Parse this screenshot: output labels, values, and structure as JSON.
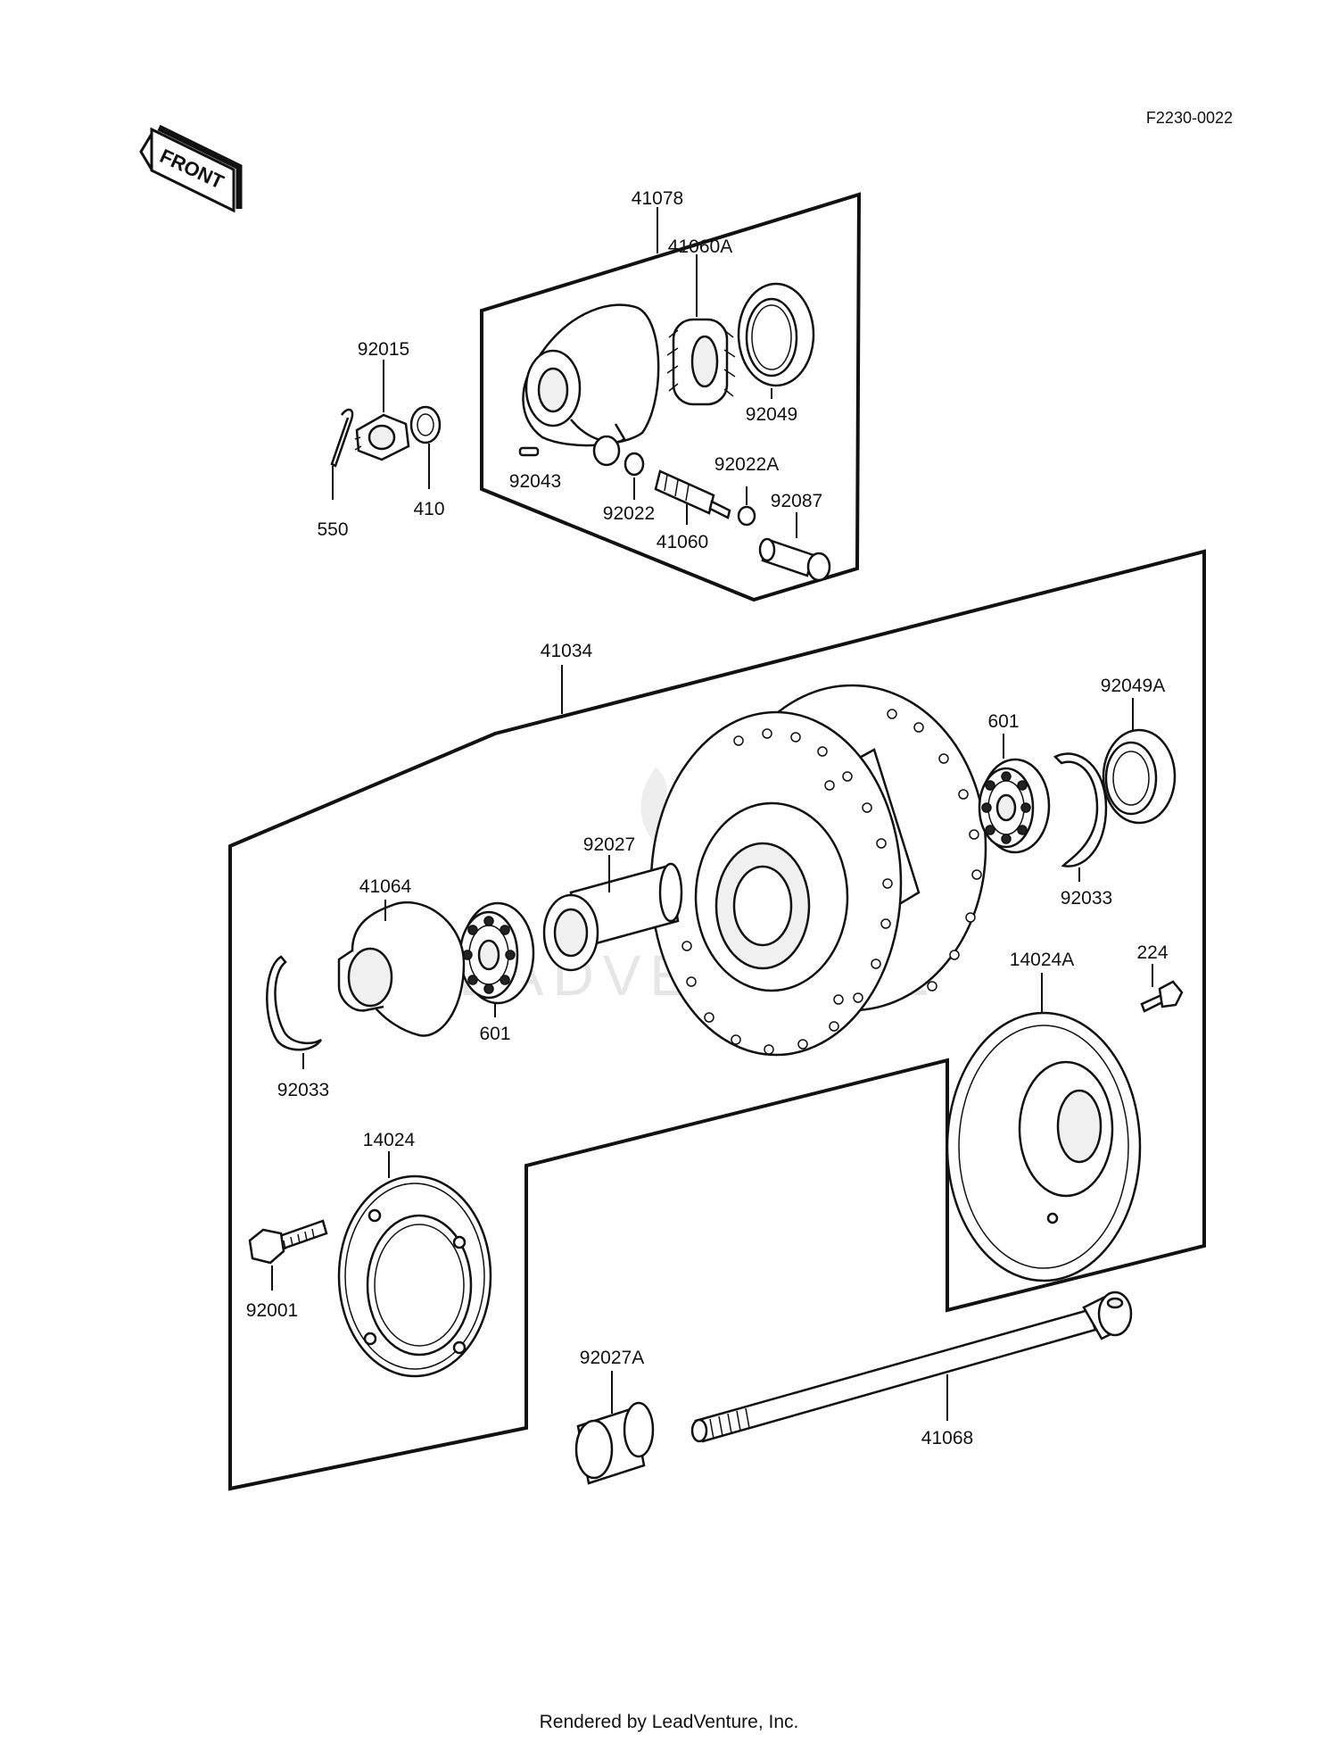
{
  "doc_code": "F2230-0022",
  "front_badge": "FRONT",
  "watermark": "LEADVENTURE",
  "footer": "Rendered by LeadVenture, Inc.",
  "labels": {
    "p41078": "41078",
    "p41060A": "41060A",
    "p92015": "92015",
    "p92049": "92049",
    "p92043": "92043",
    "p92022A": "92022A",
    "p92022": "92022",
    "p92087": "92087",
    "p41060": "41060",
    "p550": "550",
    "p410": "410",
    "p41034": "41034",
    "p92049A": "92049A",
    "p601_right": "601",
    "p92027": "92027",
    "p41064": "41064",
    "p92033_right": "92033",
    "p224": "224",
    "p14024A": "14024A",
    "p601_left": "601",
    "p92033_left": "92033",
    "p14024": "14024",
    "p92001": "92001",
    "p92027A": "92027A",
    "p41068": "41068"
  }
}
